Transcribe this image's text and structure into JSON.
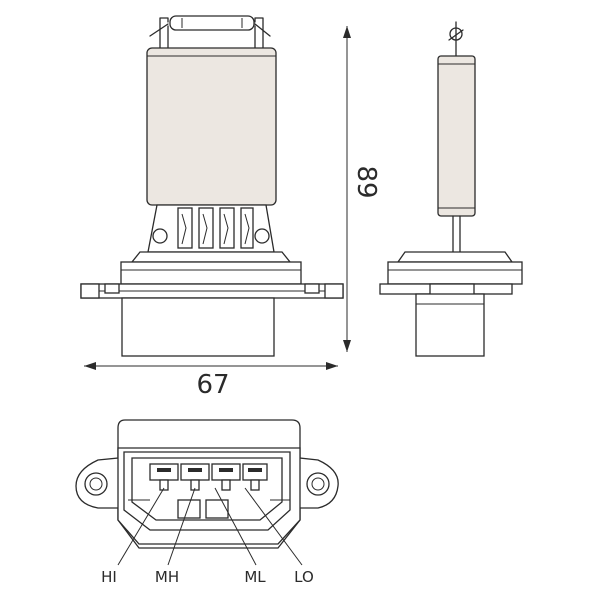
{
  "dimensions": {
    "width_label": "67",
    "height_label": "89"
  },
  "pins": {
    "hi": "HI",
    "mh": "MH",
    "ml": "ML",
    "lo": "LO"
  },
  "colors": {
    "line": "#2b2b2b",
    "body_fill": "#ece7e1",
    "background": "#ffffff"
  }
}
